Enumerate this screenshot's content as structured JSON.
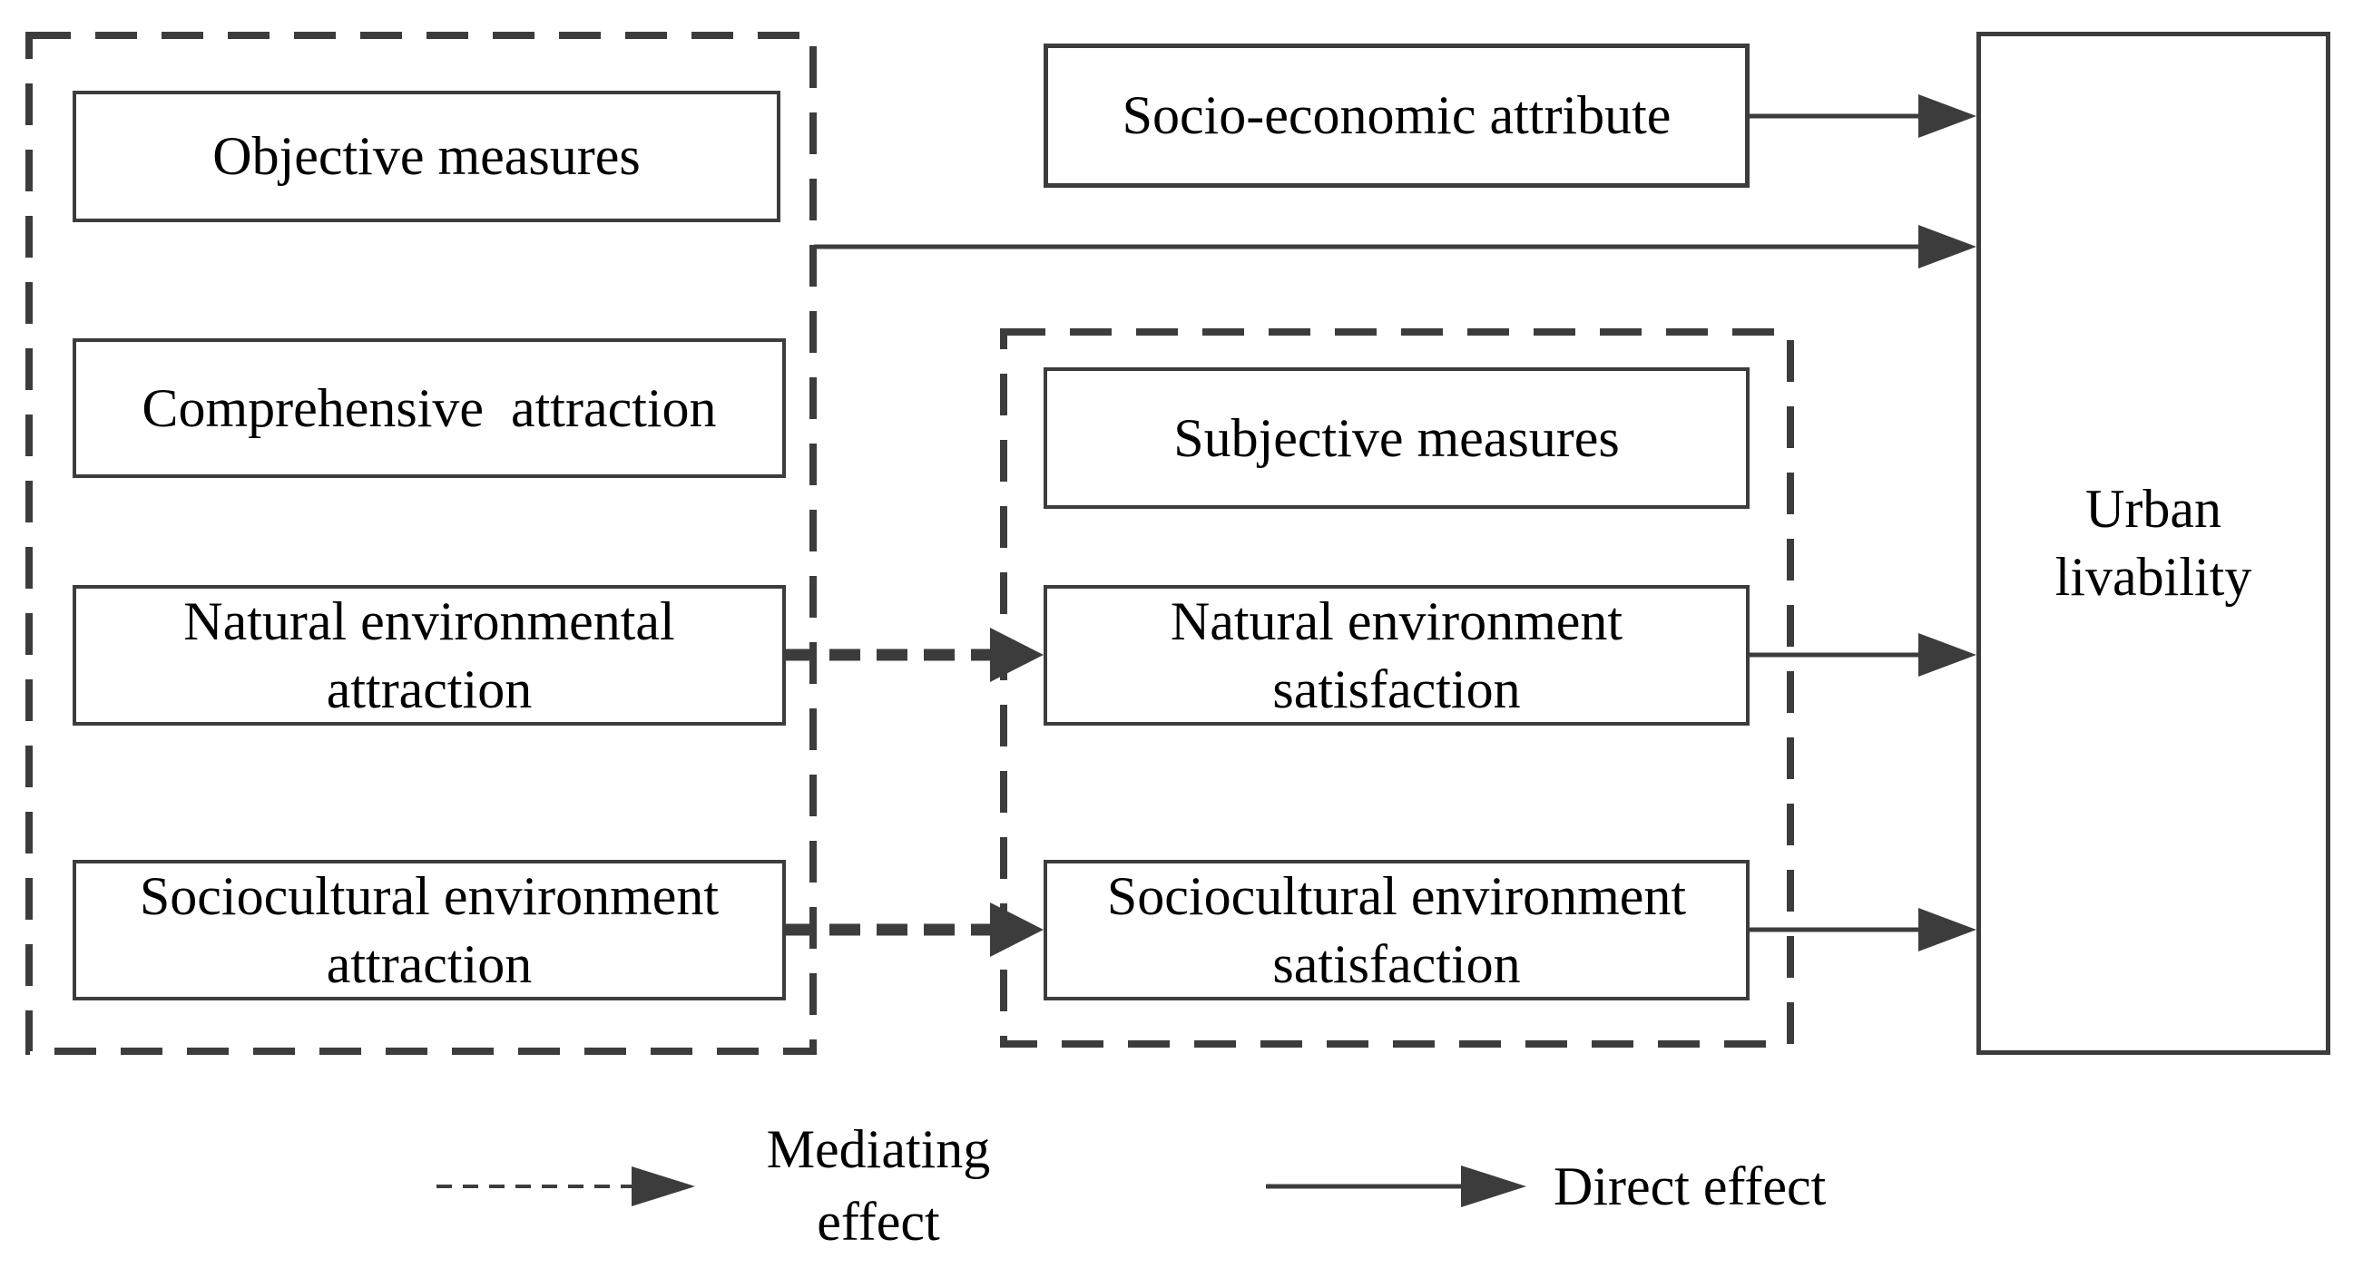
{
  "colors": {
    "line": "#3c3c3c",
    "text": "#000000",
    "background": "#ffffff"
  },
  "objective_group": {
    "boxes": [
      {
        "label": "Objective measures"
      },
      {
        "label": "Comprehensive  attraction"
      },
      {
        "label": "Natural environmental\nattraction"
      },
      {
        "label": "Sociocultural environment\nattraction"
      }
    ]
  },
  "subjective_group": {
    "boxes": [
      {
        "label": "Subjective measures"
      },
      {
        "label": "Natural environment\nsatisfaction"
      },
      {
        "label": "Sociocultural environment\nsatisfaction"
      }
    ]
  },
  "socio_economic": {
    "label": "Socio-economic attribute"
  },
  "outcome": {
    "label": "Urban\nlivability"
  },
  "legend": {
    "mediating": {
      "label": "Mediating\neffect"
    },
    "direct": {
      "label": "Direct effect"
    }
  }
}
